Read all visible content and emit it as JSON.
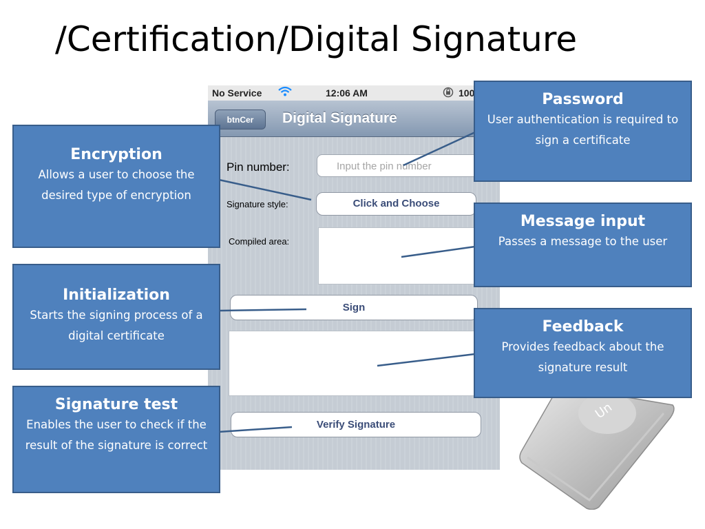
{
  "slide": {
    "title": "/Certification/Digital Signature"
  },
  "phone": {
    "status_bar": {
      "carrier": "No Service",
      "time": "12:06 AM",
      "battery": "100%"
    },
    "nav": {
      "back_label": "btnCer",
      "title": "Digital Signature"
    },
    "form": {
      "pin_label": "Pin number:",
      "pin_placeholder": "Input the pin number",
      "style_label": "Signature style:",
      "style_button": "Click and Choose",
      "compiled_label": "Compiled area:",
      "sign_button": "Sign",
      "verify_button": "Verify Signature"
    }
  },
  "callouts": {
    "password": {
      "title": "Password",
      "desc": "User authentication is required to sign a certificate"
    },
    "encryption": {
      "title": "Encryption",
      "desc": "Allows a user to choose the desired type of encryption"
    },
    "message": {
      "title": "Message input",
      "desc": "Passes a message to the user"
    },
    "initialization": {
      "title": "Initialization",
      "desc": "Starts the signing process of a digital certificate"
    },
    "feedback": {
      "title": "Feedback",
      "desc": "Provides feedback about the signature result"
    },
    "signature_test": {
      "title": "Signature test",
      "desc": "Enables the user to check if the result of the signature is correct"
    }
  },
  "token_device": {
    "text": "Un"
  },
  "colors": {
    "callout_fill": "#4f81bd",
    "callout_border": "#385d8a",
    "nav_bar": "#8498b1",
    "button_text": "#3b4d78"
  }
}
